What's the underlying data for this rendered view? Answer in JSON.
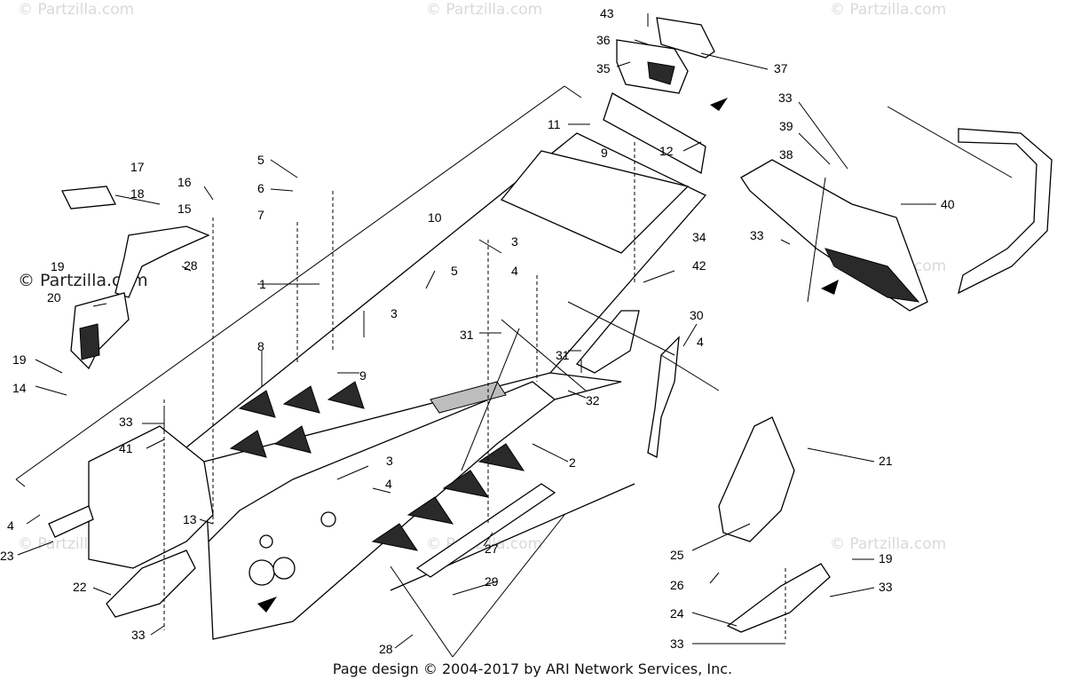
{
  "watermark": {
    "text": "© Partzilla.com",
    "color": "#d9d9d9",
    "dark_text": "© Partzilla.com",
    "dark_color": "#222222"
  },
  "labels": [
    {
      "id": "43a",
      "text": "43"
    },
    {
      "id": "36a",
      "text": "36"
    },
    {
      "id": "35a",
      "text": "35"
    },
    {
      "id": "37a",
      "text": "37"
    },
    {
      "id": "11a",
      "text": "11"
    },
    {
      "id": "12a",
      "text": "12"
    },
    {
      "id": "9a",
      "text": "9"
    },
    {
      "id": "33a",
      "text": "33"
    },
    {
      "id": "39a",
      "text": "39"
    },
    {
      "id": "38a",
      "text": "38"
    },
    {
      "id": "40a",
      "text": "40"
    },
    {
      "id": "33b",
      "text": "33"
    },
    {
      "id": "17a",
      "text": "17"
    },
    {
      "id": "18a",
      "text": "18"
    },
    {
      "id": "16a",
      "text": "16"
    },
    {
      "id": "15a",
      "text": "15"
    },
    {
      "id": "5a",
      "text": "5"
    },
    {
      "id": "6a",
      "text": "6"
    },
    {
      "id": "7a",
      "text": "7"
    },
    {
      "id": "10a",
      "text": "10"
    },
    {
      "id": "34a",
      "text": "34"
    },
    {
      "id": "3a",
      "text": "3"
    },
    {
      "id": "4a",
      "text": "4"
    },
    {
      "id": "5b",
      "text": "5"
    },
    {
      "id": "42a",
      "text": "42"
    },
    {
      "id": "19a",
      "text": "19"
    },
    {
      "id": "28a",
      "text": "28"
    },
    {
      "id": "20a",
      "text": "20"
    },
    {
      "id": "1a",
      "text": "1"
    },
    {
      "id": "3b",
      "text": "3"
    },
    {
      "id": "30a",
      "text": "30"
    },
    {
      "id": "31a",
      "text": "31"
    },
    {
      "id": "19b",
      "text": "19"
    },
    {
      "id": "8a",
      "text": "8"
    },
    {
      "id": "9b",
      "text": "9"
    },
    {
      "id": "31b",
      "text": "31"
    },
    {
      "id": "4b",
      "text": "4"
    },
    {
      "id": "14a",
      "text": "14"
    },
    {
      "id": "32a",
      "text": "32"
    },
    {
      "id": "33c",
      "text": "33"
    },
    {
      "id": "41a",
      "text": "41"
    },
    {
      "id": "2a",
      "text": "2"
    },
    {
      "id": "3c",
      "text": "3"
    },
    {
      "id": "21a",
      "text": "21"
    },
    {
      "id": "4c",
      "text": "4"
    },
    {
      "id": "4d",
      "text": "4"
    },
    {
      "id": "13a",
      "text": "13"
    },
    {
      "id": "23a",
      "text": "23"
    },
    {
      "id": "27a",
      "text": "27"
    },
    {
      "id": "25a",
      "text": "25"
    },
    {
      "id": "19c",
      "text": "19"
    },
    {
      "id": "26a",
      "text": "26"
    },
    {
      "id": "29a",
      "text": "29"
    },
    {
      "id": "33d",
      "text": "33"
    },
    {
      "id": "22a",
      "text": "22"
    },
    {
      "id": "24a",
      "text": "24"
    },
    {
      "id": "33e",
      "text": "33"
    },
    {
      "id": "33f",
      "text": "33"
    },
    {
      "id": "28b",
      "text": "28"
    }
  ],
  "footer": "Page design © 2004-2017 by ARI Network Services, Inc."
}
